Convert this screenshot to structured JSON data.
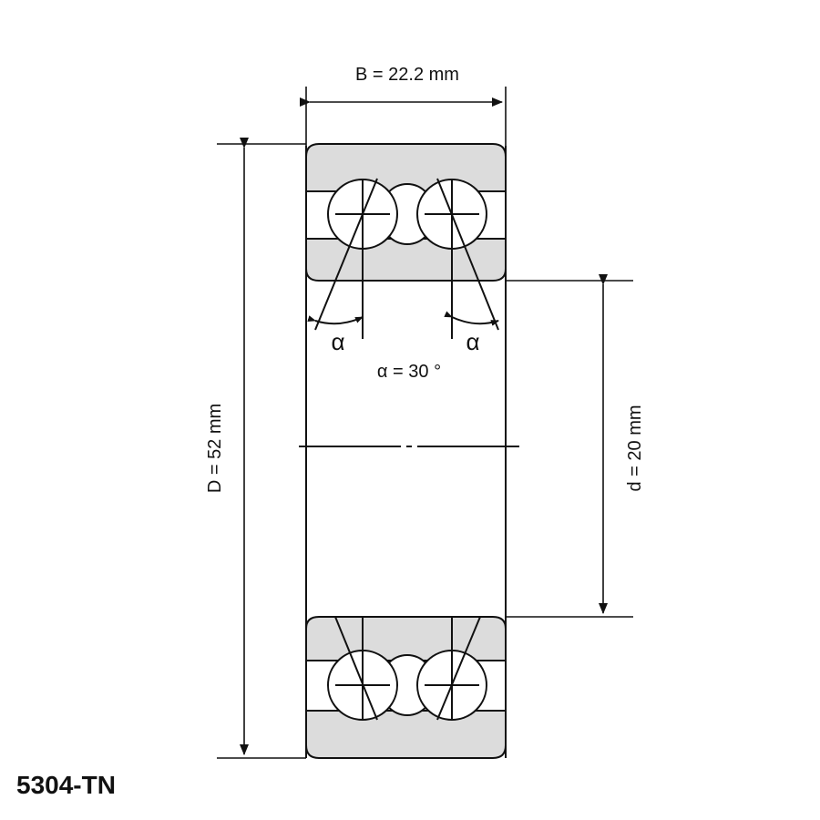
{
  "dimensions": {
    "width_label": "B = 22.2 mm",
    "outer_diameter_label": "D = 52 mm",
    "bore_label": "d = 20 mm",
    "angle_label": "α = 30 °",
    "angle_symbol": "α"
  },
  "model": "5304-TN",
  "colors": {
    "ring_fill": "#dcdcdc",
    "line": "#111111"
  }
}
